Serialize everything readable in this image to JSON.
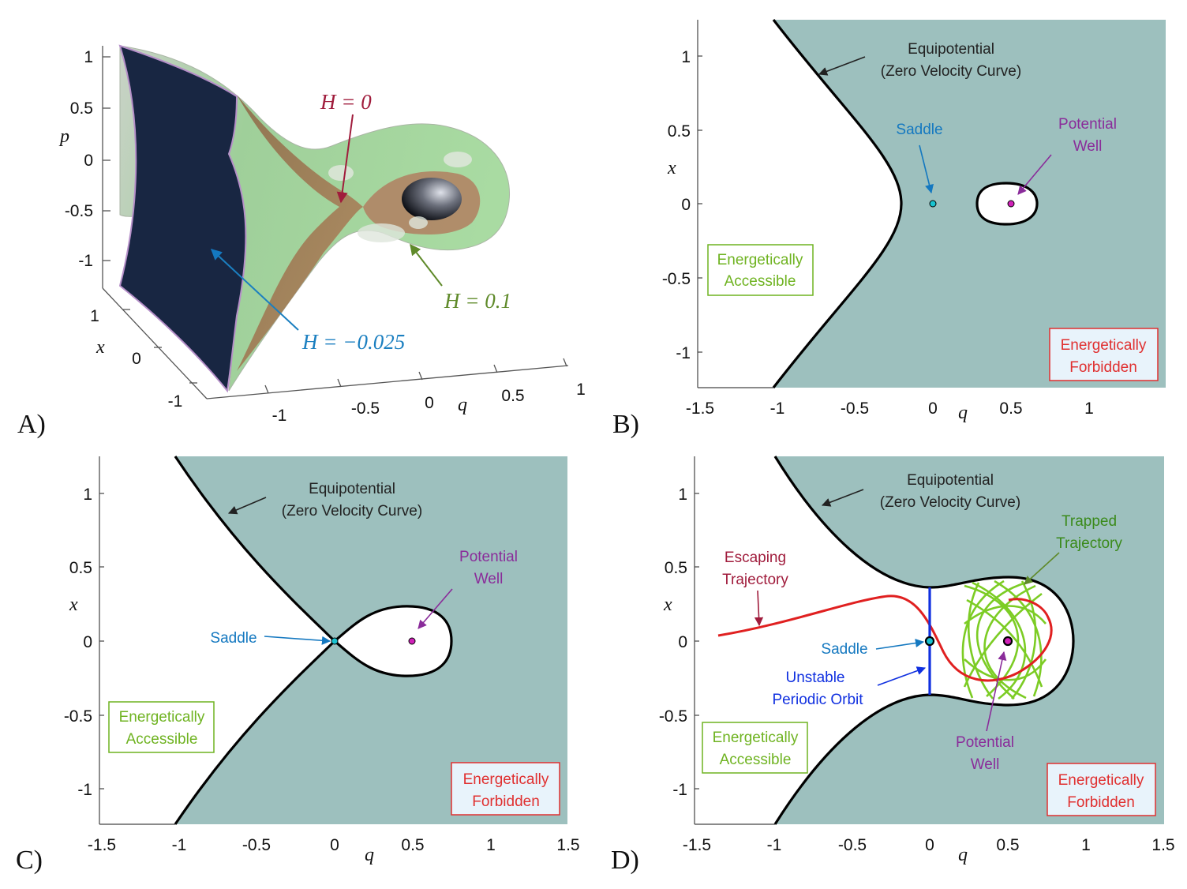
{
  "colors": {
    "forbidden_fill": "#9dc0be",
    "saddle": "#19c3d0",
    "well": "#d021b8",
    "escaping": "#e02020",
    "trapped": "#7ccc24",
    "upo": "#1030e0",
    "accessible_text": "#6fb321",
    "forbidden_text": "#e03030",
    "saddle_text": "#1478c0",
    "well_text": "#8a2c9a",
    "h0": "#a01c3c",
    "h01": "#5f8a2a",
    "hneg": "#1b7fc0"
  },
  "panel_a": {
    "label": "A)",
    "p_label": "p",
    "x_label": "x",
    "q_label": "q",
    "p_ticks": [
      "1",
      "0.5",
      "0",
      "-0.5",
      "-1"
    ],
    "x_ticks": [
      "1",
      "0",
      "-1"
    ],
    "q_ticks": [
      "-1",
      "-0.5",
      "0",
      "0.5",
      "1"
    ],
    "h0": "H = 0",
    "h01": "H = 0.1",
    "hneg": "H = −0.025"
  },
  "panel_b": {
    "label": "B)",
    "xlabel": "q",
    "ylabel": "x",
    "xticks": [
      "-1.5",
      "-1",
      "-0.5",
      "0",
      "0.5",
      "1"
    ],
    "yticks": [
      "1",
      "0.5",
      "0",
      "-0.5",
      "-1"
    ],
    "equi1": "Equipotential",
    "equi2": "(Zero Velocity Curve)",
    "saddle": "Saddle",
    "well1": "Potential",
    "well2": "Well",
    "acc1": "Energetically",
    "acc2": "Accessible",
    "forb1": "Energetically",
    "forb2": "Forbidden"
  },
  "panel_c": {
    "label": "C)",
    "xlabel": "q",
    "ylabel": "x",
    "xticks": [
      "-1.5",
      "-1",
      "-0.5",
      "0",
      "0.5",
      "1",
      "1.5"
    ],
    "yticks": [
      "1",
      "0.5",
      "0",
      "-0.5",
      "-1"
    ],
    "equi1": "Equipotential",
    "equi2": "(Zero Velocity Curve)",
    "saddle": "Saddle",
    "well1": "Potential",
    "well2": "Well",
    "acc1": "Energetically",
    "acc2": "Accessible",
    "forb1": "Energetically",
    "forb2": "Forbidden"
  },
  "panel_d": {
    "label": "D)",
    "xlabel": "q",
    "ylabel": "x",
    "xticks": [
      "-1.5",
      "-1",
      "-0.5",
      "0",
      "0.5",
      "1",
      "1.5"
    ],
    "yticks": [
      "1",
      "0.5",
      "0",
      "-0.5",
      "-1"
    ],
    "equi1": "Equipotential",
    "equi2": "(Zero Velocity Curve)",
    "esc1": "Escaping",
    "esc2": "Trajectory",
    "trap1": "Trapped",
    "trap2": "Trajectory",
    "saddle": "Saddle",
    "upo1": "Unstable",
    "upo2": "Periodic Orbit",
    "well1": "Potential",
    "well2": "Well",
    "acc1": "Energetically",
    "acc2": "Accessible",
    "forb1": "Energetically",
    "forb2": "Forbidden"
  }
}
